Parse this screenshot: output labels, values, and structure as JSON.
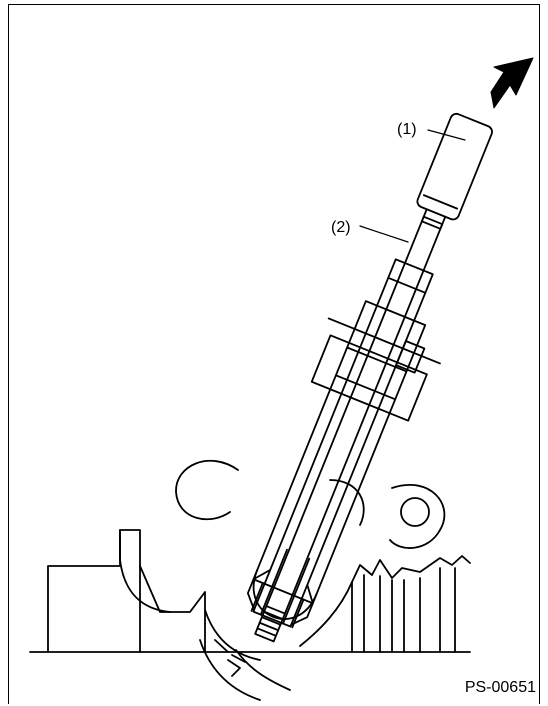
{
  "callouts": {
    "one": "(1)",
    "two": "(2)"
  },
  "reference_code": "PS-00651",
  "colors": {
    "line": "#000000",
    "background": "#ffffff"
  }
}
